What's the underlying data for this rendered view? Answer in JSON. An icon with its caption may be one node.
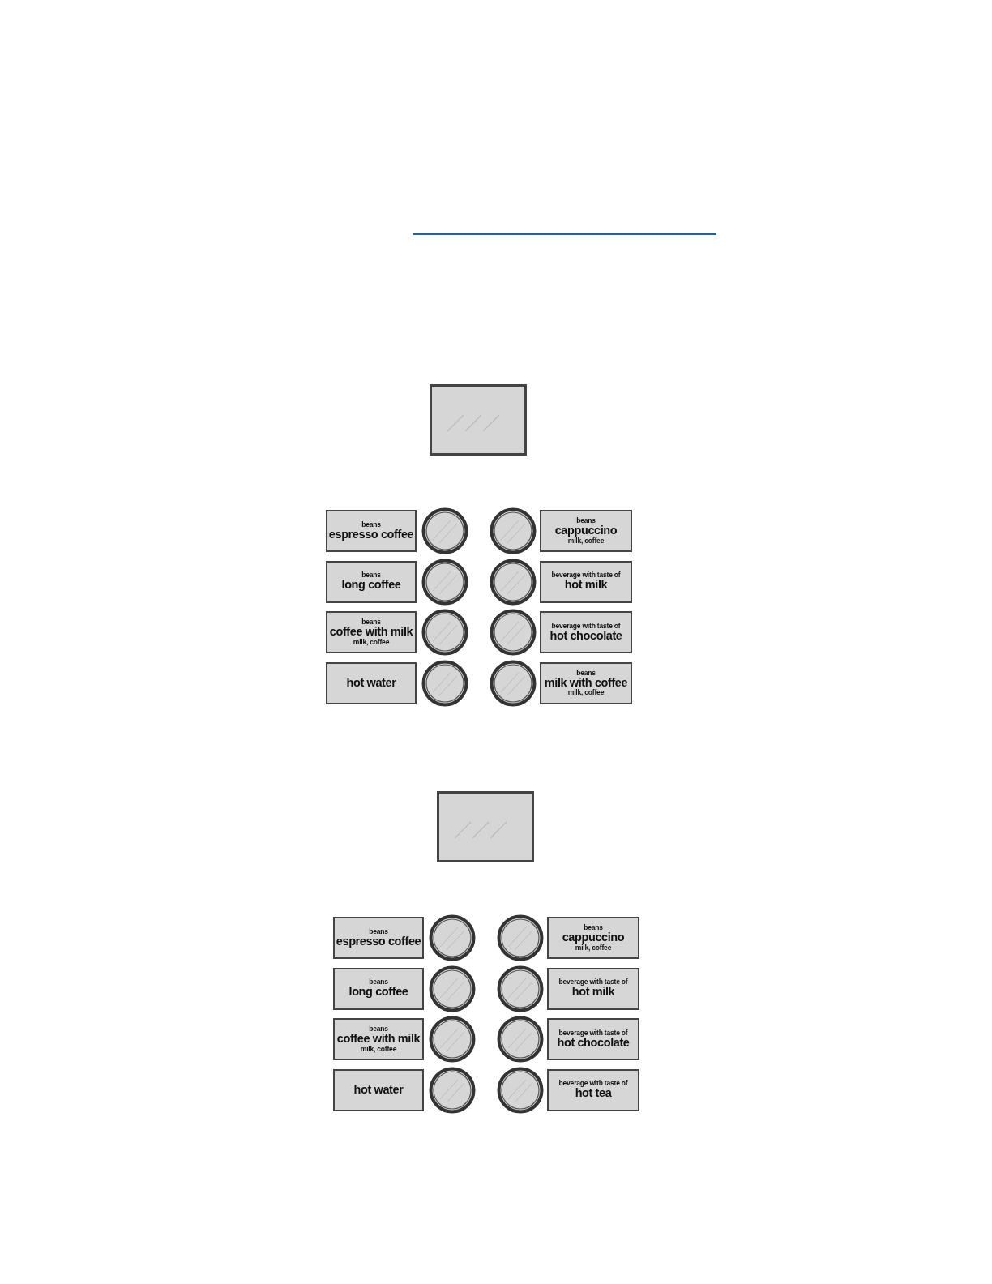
{
  "diagram": {
    "nodes": [
      {
        "text": [],
        "shape": "box"
      },
      {
        "text": [
          "beans",
          "espresso coffee"
        ]
      },
      {
        "text": [],
        "shape": "circle"
      },
      {
        "text": [],
        "shape": "circle"
      },
      {
        "text": [
          "beans",
          "cappuccino",
          "milk, coffee"
        ]
      },
      {
        "text": [
          "beans",
          "long coffee"
        ]
      },
      {
        "text": [],
        "shape": "circle"
      },
      {
        "text": [],
        "shape": "circle"
      },
      {
        "text": [
          "beverage with taste of",
          "hot milk"
        ]
      },
      {
        "text": [
          "beans",
          "coffee with milk",
          "milk, coffee"
        ]
      },
      {
        "text": [],
        "shape": "circle"
      },
      {
        "text": [],
        "shape": "circle"
      },
      {
        "text": [
          "beverage with taste of",
          "hot chocolate"
        ]
      },
      {
        "text": [
          "hot water"
        ]
      },
      {
        "text": [],
        "shape": "circle"
      },
      {
        "text": [],
        "shape": "circle"
      },
      {
        "text": [
          "beans",
          "milk with coffee",
          "milk, coffee"
        ]
      },
      {
        "text": [],
        "shape": "box"
      },
      {
        "text": [
          "beans",
          "espresso coffee"
        ]
      },
      {
        "text": [],
        "shape": "circle"
      },
      {
        "text": [],
        "shape": "circle"
      },
      {
        "text": [
          "beans",
          "cappuccino",
          "milk, coffee"
        ]
      },
      {
        "text": [
          "beans",
          "long coffee"
        ]
      },
      {
        "text": [],
        "shape": "circle"
      },
      {
        "text": [],
        "shape": "circle"
      },
      {
        "text": [
          "beverage with taste of",
          "hot milk"
        ]
      },
      {
        "text": [
          "beans",
          "coffee with milk",
          "milk, coffee"
        ]
      },
      {
        "text": [],
        "shape": "circle"
      },
      {
        "text": [],
        "shape": "circle"
      },
      {
        "text": [
          "beverage with taste of",
          "hot chocolate"
        ]
      },
      {
        "text": [
          "hot water"
        ]
      },
      {
        "text": [],
        "shape": "circle"
      },
      {
        "text": [],
        "shape": "circle"
      },
      {
        "text": [
          "beverage with taste of",
          "hot tea"
        ]
      }
    ]
  }
}
